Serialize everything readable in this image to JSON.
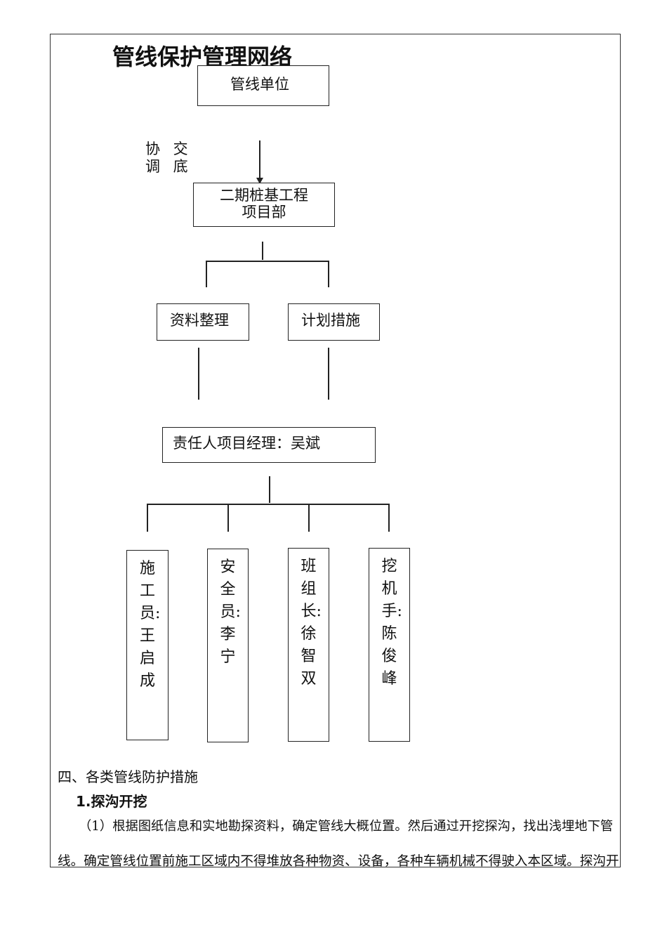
{
  "title": "管线保护管理网络",
  "nodes": {
    "pipeline_unit": "管线单位",
    "edge_label_1": "协 交",
    "edge_label_2": "调 底",
    "project_dept_line1": "二期桩基工程",
    "project_dept_line2": "项目部",
    "data_org": "资料整理",
    "plan_measures": "计划措施",
    "responsible": "责任人项目经理：吴斌",
    "workers": [
      {
        "text": "施工员:王启成"
      },
      {
        "text": "安全员:李宁"
      },
      {
        "text": "班组长:徐智双"
      },
      {
        "text": "挖机手:陈俊峰"
      }
    ]
  },
  "body": {
    "section": "四、各类管线防护措施",
    "subsection": "1.探沟开挖",
    "para_line1": "（1）根据图纸信息和实地勘探资料，确定管线大概位置。然后通过开挖探沟，找出浅埋地下管",
    "para_line2": "线。确定管线位置前施工区域内不得堆放各种物资、设备，各种车辆机械不得驶入本区域。探沟开"
  }
}
